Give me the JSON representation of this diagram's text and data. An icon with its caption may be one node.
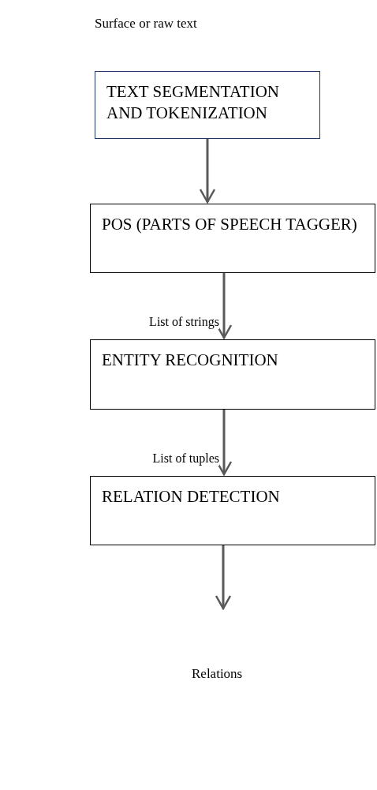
{
  "diagram": {
    "nodes": [
      {
        "text": [
          "TEXT SEGMENTATION AND TOKENIZATION"
        ]
      },
      {
        "text": [
          "POS (PARTS OF SPEECH TAGGER)"
        ]
      },
      {
        "text": [
          "ENTITY RECOGNITION"
        ]
      },
      {
        "text": [
          "RELATION DETECTION"
        ]
      },
      {
        "text": [
          "Relations"
        ]
      }
    ],
    "edges": [
      {
        "from": 0,
        "to": 1,
        "arrow": "to"
      },
      {
        "from": 1,
        "to": 2,
        "arrow": "to",
        "label": "List of strings"
      },
      {
        "from": 2,
        "to": 3,
        "arrow": "to",
        "label": "List of tuples"
      },
      {
        "from": 3,
        "to": 4,
        "arrow": "to"
      }
    ],
    "labels": [
      "Surface or raw text"
    ]
  }
}
